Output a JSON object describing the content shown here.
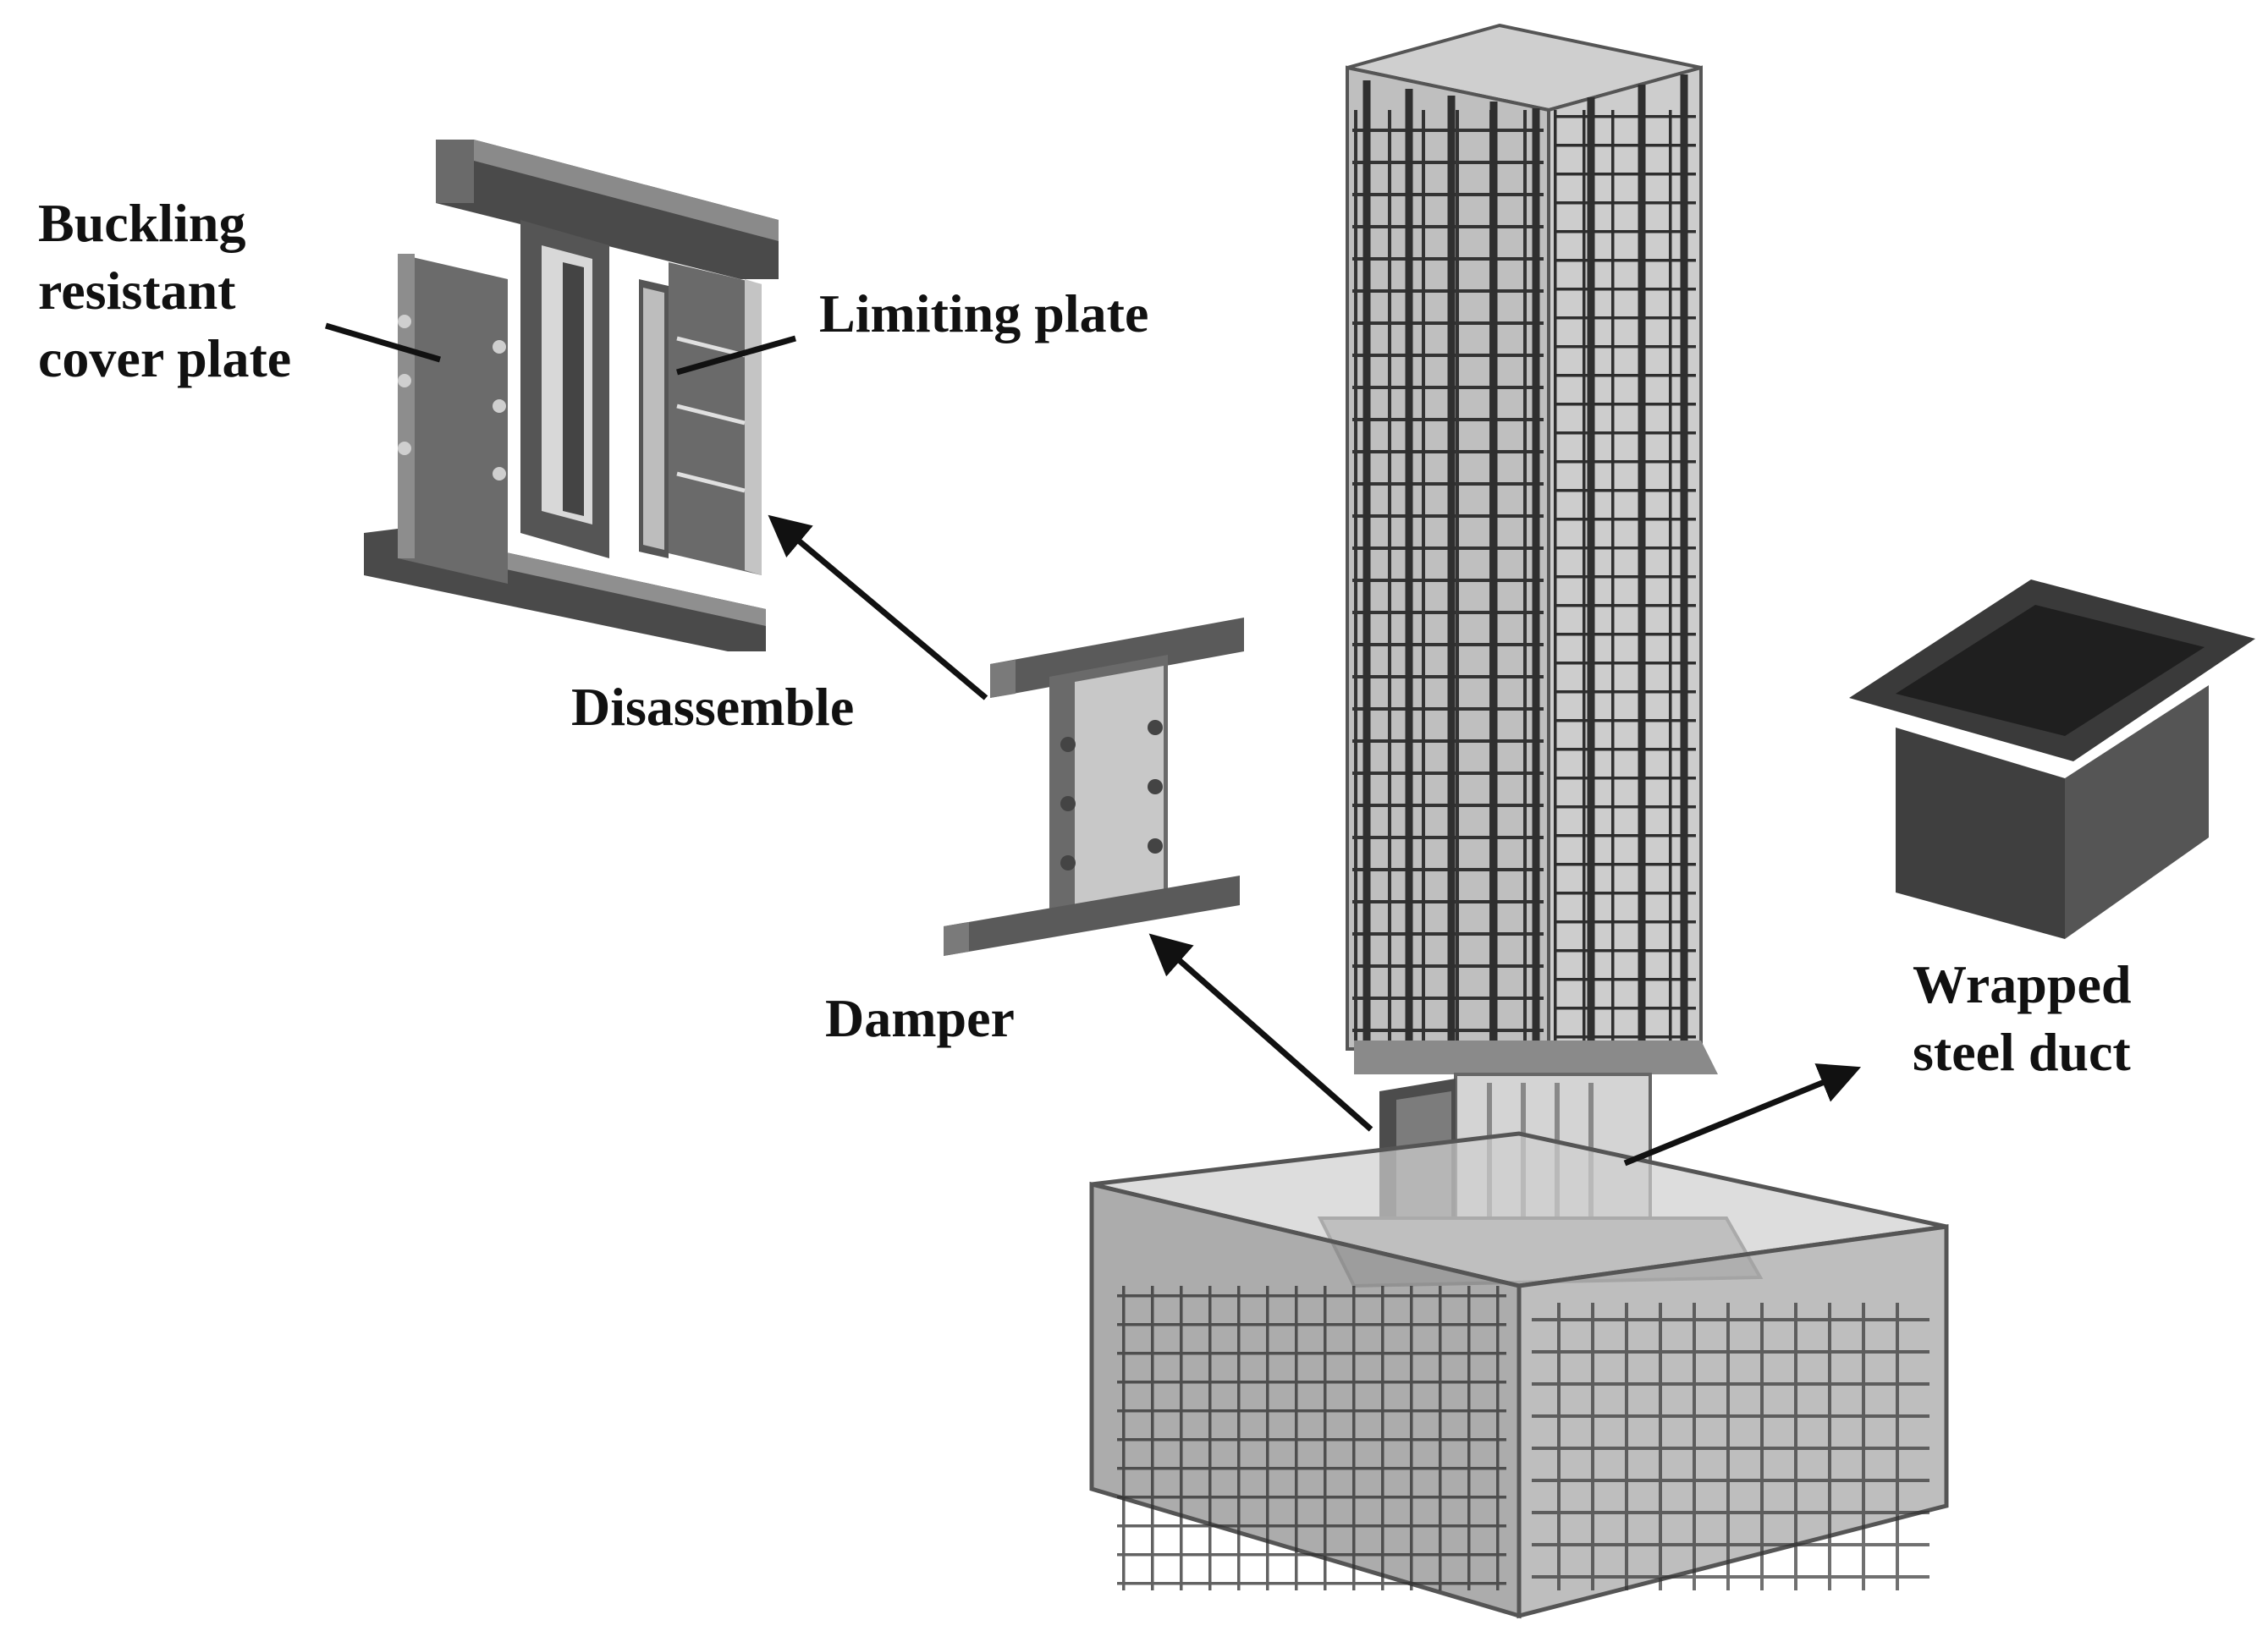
{
  "labels": {
    "buckling_line1": "Buckling",
    "buckling_line2": "resistant",
    "buckling_line3": "cover plate",
    "limiting_plate": "Limiting plate",
    "disassemble": "Disassemble",
    "damper": "Damper",
    "duct_line1": "Wrapped",
    "duct_line2": "steel duct"
  },
  "colors": {
    "ink": "#111111",
    "steel_dark": "#3a3a3a",
    "steel_mid": "#7a7a7a",
    "steel_light": "#b9b9b9",
    "concrete": "#a8a8a8"
  }
}
